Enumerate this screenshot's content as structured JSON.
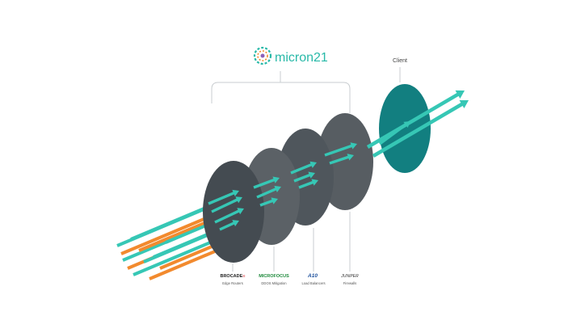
{
  "brand": {
    "name": "micron21",
    "color": "#28b9a8"
  },
  "client": {
    "label": "Client",
    "color": "#127f80"
  },
  "layers": [
    {
      "logo": "BROCADE",
      "logo_suffix": "≡",
      "logo_icon": "brocade-logo-icon",
      "caption": "Edge Routers",
      "color": "#444b51"
    },
    {
      "logo": "MICROFOCUS",
      "logo_icon": "microfocus-logo-icon",
      "caption": "DDOS Mitigation",
      "color": "#5b6166"
    },
    {
      "logo": "A10",
      "logo_icon": "a10-logo-icon",
      "caption": "Load Balancers",
      "color": "#4f565c"
    },
    {
      "logo": "JUNIPER",
      "logo_icon": "juniper-logo-icon",
      "caption": "Firewalls",
      "color": "#575d62"
    }
  ],
  "colors": {
    "clean_traffic": "#36c7b5",
    "attack_traffic": "#f28a2e",
    "bracket": "#c9cdd0"
  }
}
